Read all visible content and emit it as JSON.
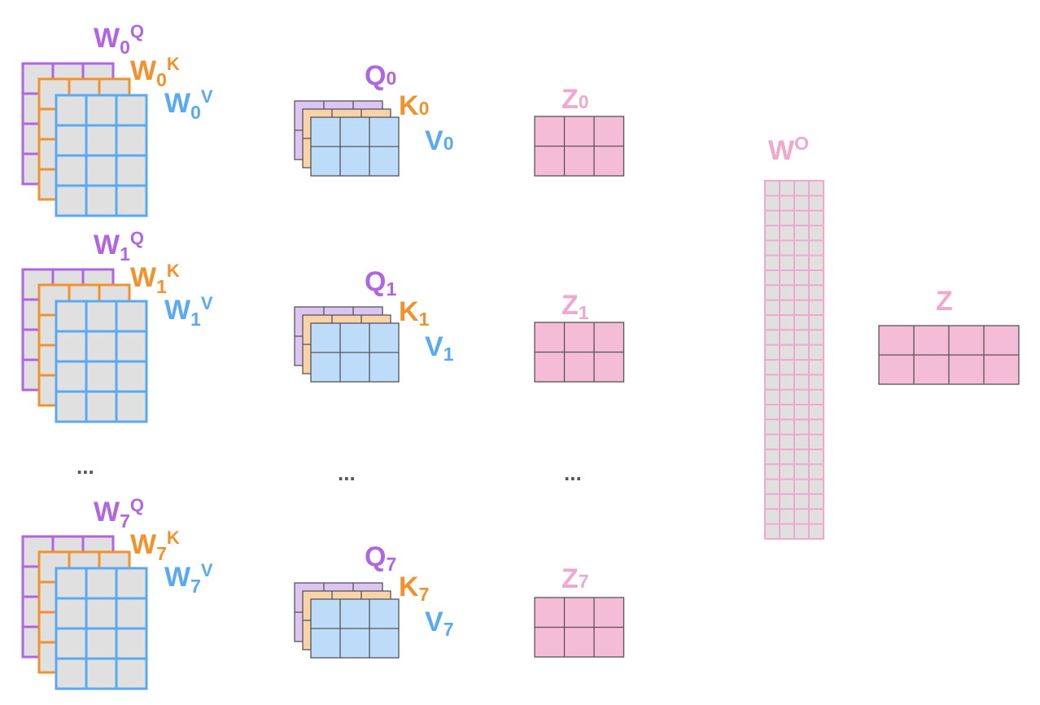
{
  "colors": {
    "query": "#b066e0",
    "key": "#f0932f",
    "value": "#5aaaf2",
    "output": "#f0a8cc",
    "grid_fill": "#e0e0e0",
    "qkv_q_fill": "#dcc5f2",
    "qkv_k_fill": "#f8d2a8",
    "qkv_v_fill": "#bcdcfa",
    "z_fill": "#f5bcd8",
    "cell_line": "#555555",
    "dots": "#555555"
  },
  "heads": [
    {
      "w_label": {
        "base": "W",
        "sub": "0",
        "q": "Q",
        "k": "K",
        "v": "V"
      },
      "q": {
        "base": "Q",
        "sub": "0"
      },
      "k": {
        "base": "K",
        "sub": "0"
      },
      "v": {
        "base": "V",
        "sub": "0"
      },
      "z": {
        "base": "Z",
        "sub": "0"
      }
    },
    {
      "w_label": {
        "base": "W",
        "sub": "1",
        "q": "Q",
        "k": "K",
        "v": "V"
      },
      "q": {
        "base": "Q",
        "sub": "1"
      },
      "k": {
        "base": "K",
        "sub": "1"
      },
      "v": {
        "base": "V",
        "sub": "1"
      },
      "z": {
        "base": "Z",
        "sub": "1"
      }
    },
    {
      "w_label": {
        "base": "W",
        "sub": "7",
        "q": "Q",
        "k": "K",
        "v": "V"
      },
      "q": {
        "base": "Q",
        "sub": "7"
      },
      "k": {
        "base": "K",
        "sub": "7"
      },
      "v": {
        "base": "V",
        "sub": "7"
      },
      "z": {
        "base": "Z",
        "sub": "7"
      }
    }
  ],
  "ellipsis": "...",
  "wo": {
    "base": "W",
    "sup": "O"
  },
  "z_final": "Z"
}
